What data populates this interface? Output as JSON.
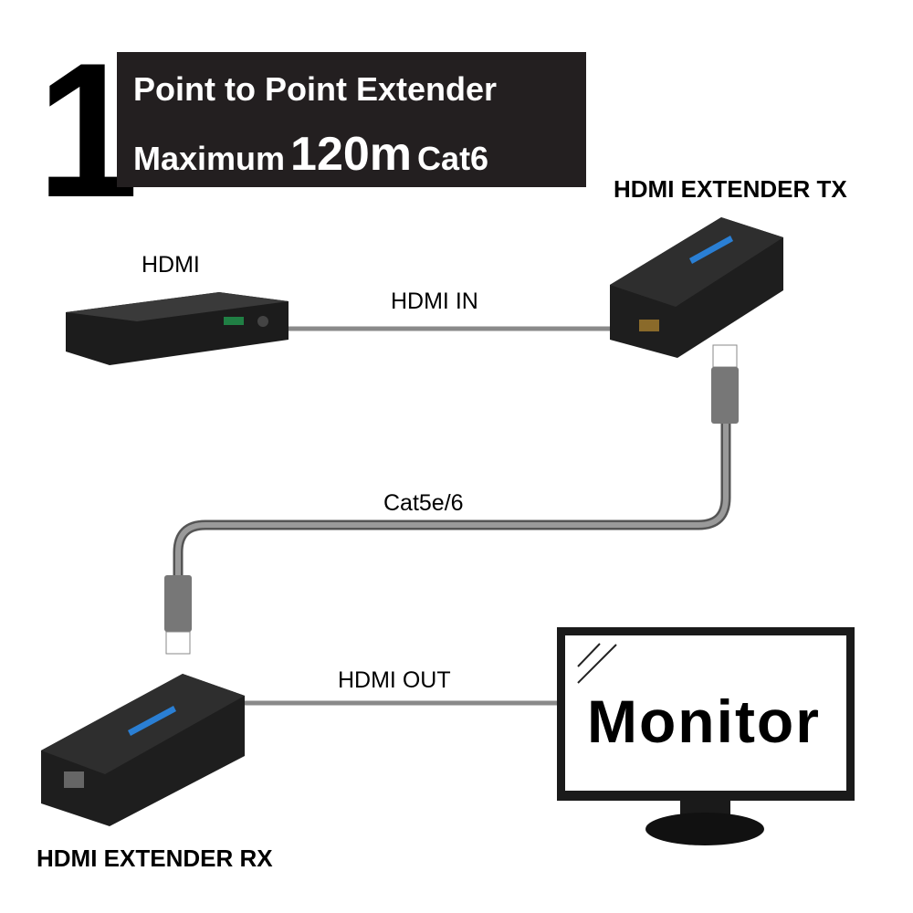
{
  "header": {
    "number": "1",
    "line1": "Point to Point Extender",
    "line2_prefix": "Maximum",
    "line2_distance": "120m",
    "line2_suffix": "Cat6"
  },
  "labels": {
    "tx": "HDMI EXTENDER TX",
    "rx": "HDMI EXTENDER RX",
    "source": "HDMI",
    "hdmi_in": "HDMI IN",
    "cable": "Cat5e/6",
    "hdmi_out": "HDMI OUT",
    "monitor": "Monitor"
  },
  "colors": {
    "banner": "#231f20",
    "cable": "#8a8a8a",
    "device": "#1e1e1e",
    "accent": "#2a7fd4"
  }
}
